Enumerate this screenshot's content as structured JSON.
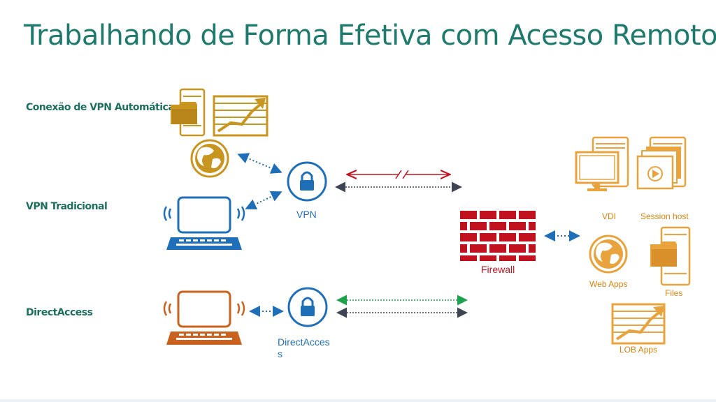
{
  "title": "Trabalhando de Forma Efetiva com Acesso Remoto",
  "labels": {
    "auto_vpn": "Conexão de VPN Automática",
    "traditional_vpn": "VPN Tradicional",
    "directaccess": "DirectAccess"
  },
  "nodes": {
    "vpn": "VPN",
    "directaccess_line1": "DirectAcces",
    "directaccess_line2": "s",
    "firewall": "Firewall"
  },
  "resources": {
    "vdi": "VDI",
    "session_host": "Session host",
    "web_apps": "Web Apps",
    "files": "Files",
    "lob_apps": "LOB Apps"
  },
  "colors": {
    "title": "#1e7a6d",
    "gold": "#c8961e",
    "orange": "#e8a33d",
    "blue": "#1f6fb8",
    "red": "#c1121f",
    "green": "#1aa34a",
    "gray_arrow": "#3d4555",
    "dark_orange": "#c8621e"
  }
}
